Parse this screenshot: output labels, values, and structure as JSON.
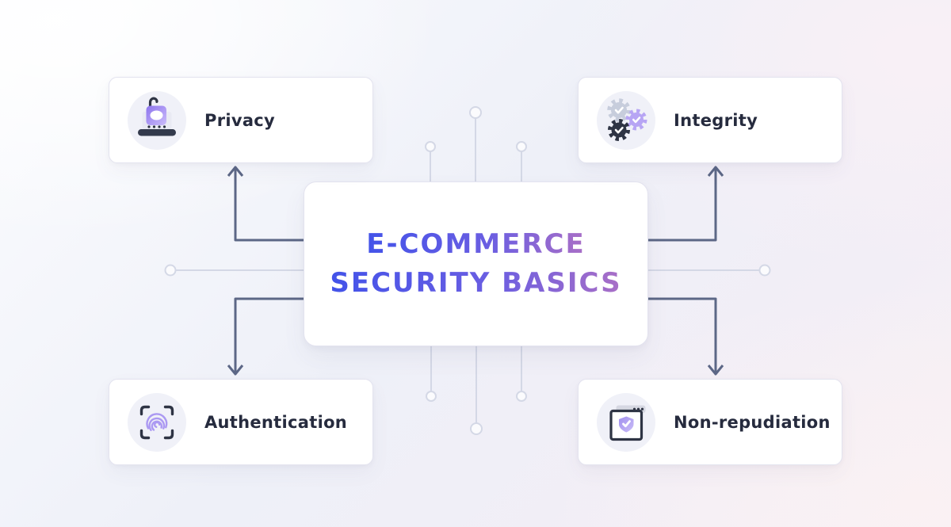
{
  "title": {
    "line1": "E-COMMERCE",
    "line2": "SECURITY BASICS"
  },
  "cards": [
    {
      "label": "Privacy",
      "icon": "laptop-padlock-icon"
    },
    {
      "label": "Integrity",
      "icon": "gears-check-icon"
    },
    {
      "label": "Authentication",
      "icon": "fingerprint-scan-icon"
    },
    {
      "label": "Non-repudiation",
      "icon": "browser-shield-check-icon"
    }
  ],
  "colors": {
    "title_gradient_start": "#4353e9",
    "title_gradient_mid": "#6a5ee2",
    "title_gradient_end": "#a96fc6",
    "label_text": "#262b3e",
    "connector_line": "#5c6786",
    "decor_line": "#d4d8e6",
    "card_border": "#e3e3ef",
    "icon_circle_bg": "#f0f1f8",
    "icon_purple": "#b2a2f0",
    "icon_dark": "#2e3444"
  }
}
